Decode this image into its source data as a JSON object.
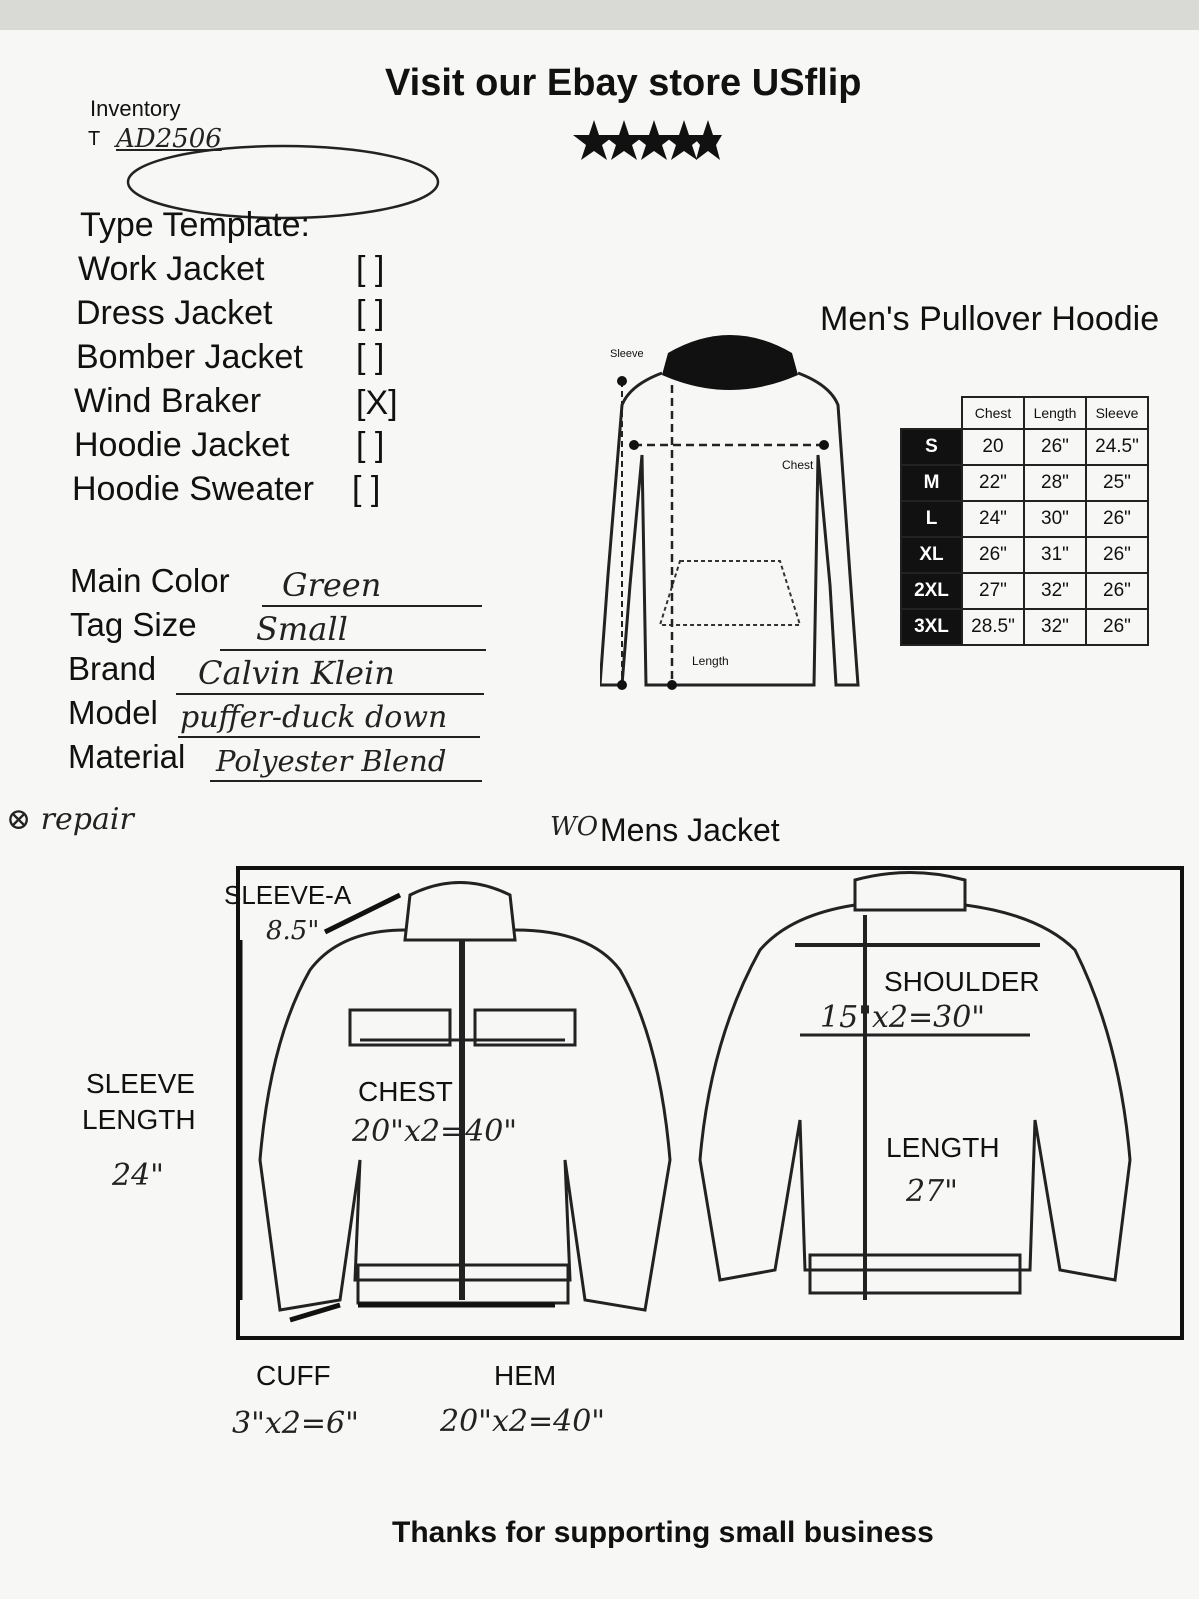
{
  "header": {
    "title": "Visit our Ebay store USflip",
    "inventory_label": "Inventory",
    "inventory_prefix": "T",
    "inventory_value": "AD2506"
  },
  "template": {
    "title": "Type Template:",
    "options": [
      {
        "label": "Work Jacket",
        "box": "[ ]"
      },
      {
        "label": "Dress Jacket",
        "box": "[ ]"
      },
      {
        "label": "Bomber Jacket",
        "box": "[ ]"
      },
      {
        "label": "Wind Braker",
        "box": "[X]"
      },
      {
        "label": "Hoodie Jacket",
        "box": "[ ]"
      },
      {
        "label": "Hoodie Sweater",
        "box": "[ ]"
      }
    ]
  },
  "fields": {
    "main_color": {
      "label": "Main Color",
      "value": "Green"
    },
    "tag_size": {
      "label": "Tag Size",
      "value": "Small"
    },
    "brand": {
      "label": "Brand",
      "value": "Calvin Klein"
    },
    "model": {
      "label": "Model",
      "value": "puffer-duck down"
    },
    "material": {
      "label": "Material",
      "value": "Polyester Blend"
    }
  },
  "hoodie": {
    "title": "Men's Pullover Hoodie",
    "labels": {
      "sleeve": "Sleeve",
      "chest": "Chest",
      "length": "Length"
    },
    "table": {
      "headers": [
        "Chest",
        "Length",
        "Sleeve"
      ],
      "rows": [
        {
          "size": "S",
          "values": [
            "20",
            "26\"",
            "24.5\""
          ]
        },
        {
          "size": "M",
          "values": [
            "22\"",
            "28\"",
            "25\""
          ]
        },
        {
          "size": "L",
          "values": [
            "24\"",
            "30\"",
            "26\""
          ]
        },
        {
          "size": "XL",
          "values": [
            "26\"",
            "31\"",
            "26\""
          ]
        },
        {
          "size": "2XL",
          "values": [
            "27\"",
            "32\"",
            "26\""
          ]
        },
        {
          "size": "3XL",
          "values": [
            "28.5\"",
            "32\"",
            "26\""
          ]
        }
      ]
    }
  },
  "jacket": {
    "wo_note": "WO",
    "title": "Mens Jacket",
    "repair_note": "⊗ repair",
    "sleeve_a_label": "SLEEVE-A",
    "sleeve_a_value": "8.5\"",
    "sleeve_length_label_1": "SLEEVE",
    "sleeve_length_label_2": "LENGTH",
    "sleeve_length_value": "24\"",
    "chest_label": "CHEST",
    "chest_value": "20\"x2=40\"",
    "shoulder_label": "SHOULDER",
    "shoulder_value": "15\"x2=30\"",
    "length_label": "LENGTH",
    "length_value": "27\"",
    "cuff_label": "CUFF",
    "cuff_value": "3\"x2=6\"",
    "hem_label": "HEM",
    "hem_value": "20\"x2=40\""
  },
  "footer": {
    "text": "Thanks for supporting small business"
  }
}
